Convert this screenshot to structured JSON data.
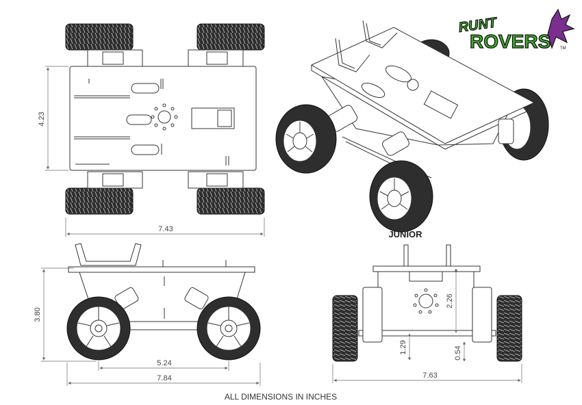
{
  "logo": {
    "line1": "RUNT",
    "line2": "ROVERS",
    "trademark": "TM",
    "colors": {
      "green": "#3fae2a",
      "purple": "#7a2f8f",
      "outline": "#111111"
    }
  },
  "views": {
    "isometric": {
      "label": "JUNIOR"
    },
    "top": {
      "width_dim": "7.43",
      "depth_dim": "4.23"
    },
    "side": {
      "height_dim": "3.80",
      "wheelbase_dim": "5.24",
      "length_dim": "7.84"
    },
    "front": {
      "width_dim": "7.63",
      "plate_dim": "2.26",
      "axle_dim": "1.29",
      "clearance_dim": "0.54"
    }
  },
  "footer": {
    "note": "ALL DIMENSIONS IN INCHES"
  },
  "colors": {
    "line": "#333333",
    "tire": "#2e2e2e",
    "dimension": "#666666"
  }
}
